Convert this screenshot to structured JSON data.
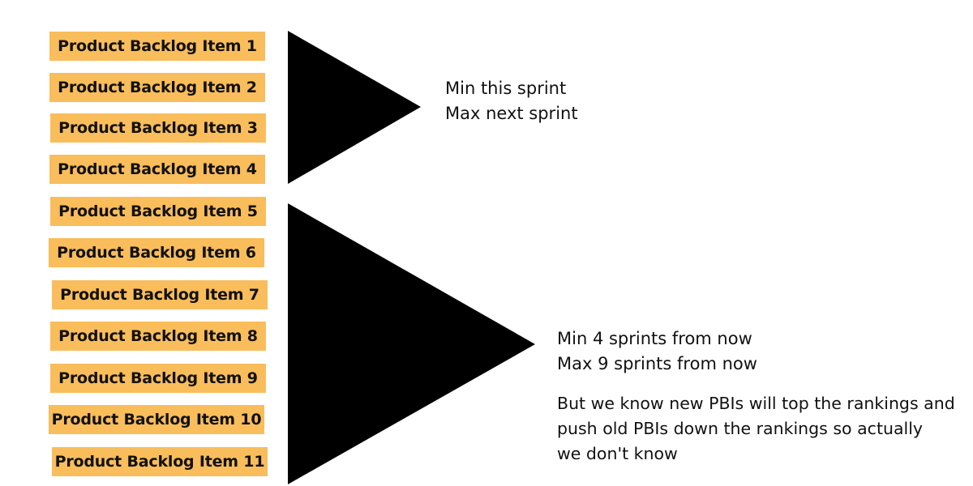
{
  "backlog": {
    "items": [
      "Product Backlog Item 1",
      "Product Backlog Item 2",
      "Product Backlog Item 3",
      "Product Backlog Item 4",
      "Product Backlog Item 5",
      "Product Backlog Item 6",
      "Product Backlog Item 7",
      "Product Backlog Item 8",
      "Product Backlog Item 9",
      "Product Backlog Item 10",
      "Product Backlog Item 11"
    ]
  },
  "group_near": {
    "line1": "Min this sprint",
    "line2": "Max next sprint"
  },
  "group_far": {
    "line1": "Min 4 sprints from now",
    "line2": "Max 9 sprints from now",
    "caveat_line1": "But we know new PBIs  will top the rankings and",
    "caveat_line2": "push old PBIs down the rankings so actually",
    "caveat_line3": "we don't know"
  },
  "colors": {
    "item_fill": "#f9bd5b",
    "triangle_fill": "#000000",
    "text": "#111111"
  }
}
